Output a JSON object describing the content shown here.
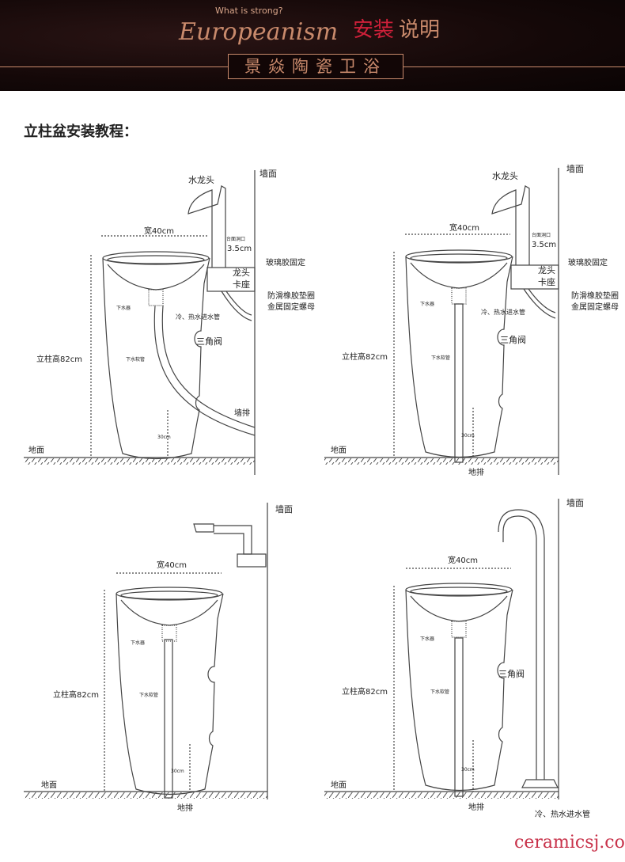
{
  "header": {
    "tagline": "What is strong?",
    "brand_script": "Europeanism",
    "title_red": "安装",
    "title_rest": "说明",
    "company": "景焱陶瓷卫浴"
  },
  "page_title": "立柱盆安装教程：",
  "panels": [
    {
      "faucet": "水龙头",
      "wall": "墙面",
      "width": "宽40cm",
      "hole_label": "台面洞口",
      "hole_size": "3.5cm",
      "glue": "玻璃胶固定",
      "seat1": "龙头",
      "seat2": "卡座",
      "gasket": "防滑橡胶垫圈",
      "nut": "金属固定螺母",
      "pipes": "冷、热水进水管",
      "valve": "三角阀",
      "drain_head": "下水器",
      "hose": "下水软管",
      "height": "立柱高82cm",
      "floor": "地面",
      "outlet": "墙排",
      "gap": "30cm"
    },
    {
      "faucet": "水龙头",
      "wall": "墙面",
      "width": "宽40cm",
      "hole_label": "台面洞口",
      "hole_size": "3.5cm",
      "glue": "玻璃胶固定",
      "seat1": "龙头",
      "seat2": "卡座",
      "gasket": "防滑橡胶垫圈",
      "nut": "金属固定螺母",
      "pipes": "冷、热水进水管",
      "valve": "三角阀",
      "drain_head": "下水器",
      "hose": "下水软管",
      "height": "立柱高82cm",
      "floor": "地面",
      "outlet": "地排",
      "gap": "30cm"
    },
    {
      "wall": "墙面",
      "width": "宽40cm",
      "drain_head": "下水器",
      "hose": "下水软管",
      "height": "立柱高82cm",
      "floor": "地面",
      "outlet": "地排",
      "gap": "30cm"
    },
    {
      "wall": "墙面",
      "width": "宽40cm",
      "valve": "三角阀",
      "drain_head": "下水器",
      "hose": "下水软管",
      "height": "立柱高82cm",
      "floor": "地面",
      "outlet": "地排",
      "gap": "30cm",
      "pipes": "冷、热水进水管"
    }
  ],
  "watermark": "ceramicsj.com",
  "colors": {
    "header_bg": "#140808",
    "copper": "#c98a6c",
    "red": "#d0203a"
  }
}
